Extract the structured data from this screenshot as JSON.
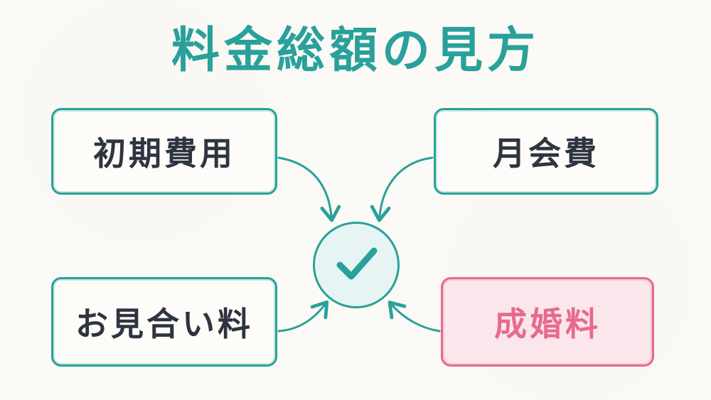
{
  "title": "料金総額の見方",
  "boxes": {
    "top_left": "初期費用",
    "top_right": "月会費",
    "bottom_left": "お見合い料",
    "bottom_right": "成婚料"
  },
  "center": {
    "icon": "checkmark-icon"
  },
  "colors": {
    "teal": "#2aa09b",
    "teal_light": "#e6f5f3",
    "pink": "#e76a8c",
    "pink_light": "#fbe6ec",
    "text_dark": "#2e3440",
    "background": "#fbfaf6"
  }
}
